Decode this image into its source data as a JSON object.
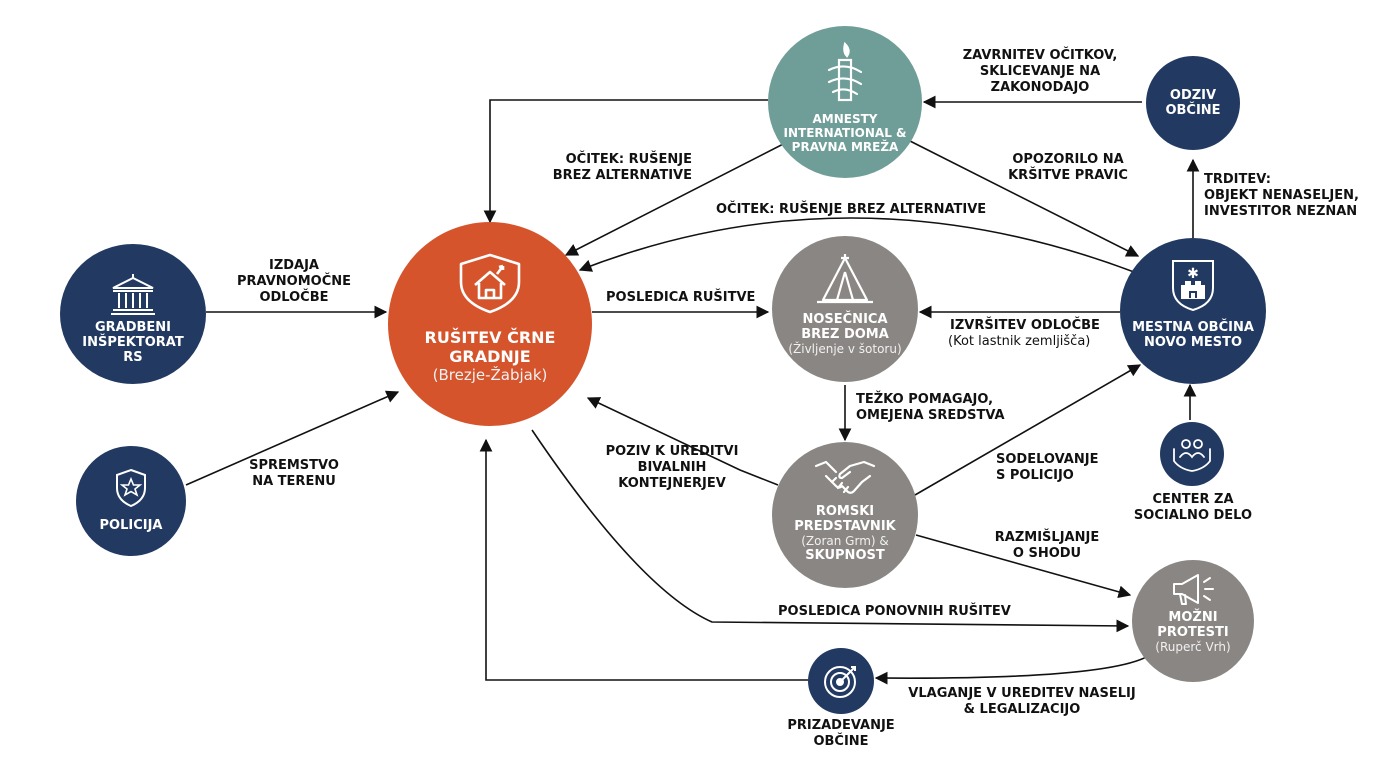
{
  "nodes": {
    "gradbeni": {
      "label": "GRADBENI\nINŠPEKTORAT\nRS",
      "icon": "courthouse-icon"
    },
    "policija": {
      "label": "POLICIJA",
      "icon": "police-badge-icon"
    },
    "rusitev": {
      "label": "RUŠITEV ČRNE\nGRADNJE",
      "sub": "(Brezje-Žabjak)",
      "icon": "shield-house-icon"
    },
    "amnesty": {
      "label": "AMNESTY\nINTERNATIONAL &\nPRAVNA MREŽA",
      "icon": "amnesty-candle-icon"
    },
    "odziv": {
      "label": "ODZIV\nOBČINE"
    },
    "nosecnica": {
      "label": "NOSEČNICA\nBREZ DOMA",
      "sub": "(Življenje v šotoru)",
      "icon": "tent-icon"
    },
    "mestna": {
      "label": "MESTNA OBČINA\nNOVO MESTO",
      "icon": "coat-of-arms-icon"
    },
    "romski": {
      "label_top": "ROMSKI\nPREDSTAVNIK",
      "sub": "(Zoran Grm) &",
      "label_bottom": "SKUPNOST",
      "icon": "handshake-icon"
    },
    "center": {
      "label": "CENTER ZA\nSOCIALNO DELO",
      "icon": "people-hands-icon"
    },
    "protesti": {
      "label": "MOŽNI\nPROTESTI",
      "sub": "(Ruperč Vrh)",
      "icon": "megaphone-icon"
    },
    "prizadevanje": {
      "label": "PRIZADEVANJE\nOBČINE",
      "icon": "target-icon"
    }
  },
  "edges": {
    "izdaja": "IZDAJA\nPRAVNOMOČNE\nODLOČBE",
    "spremstvo": "SPREMSTVO\nNA TERENU",
    "ocitek1": "OČITEK: RUŠENJE\nBREZ ALTERNATIVE",
    "ocitek2": "OČITEK: RUŠENJE BREZ ALTERNATIVE",
    "zavrnitev": "ZAVRNITEV OČITKOV,\nSKLICEVANJE NA\nZAKONODAJO",
    "opozorilo": "OPOZORILO NA\nKRŠITVE PRAVIC",
    "trditev": "TRDITEV:\nOBJEKT NENASELJEN,\nINVESTITOR NEZNAN",
    "posledica": "POSLEDICA RUŠITVE",
    "izvrsitev": "IZVRŠITEV ODLOČBE",
    "izvrsitev_sub": "(Kot lastnik zemljišča)",
    "tezko": "TEŽKO POMAGAJO,\nOMEJENA SREDSTVA",
    "poziv": "POZIV K UREDITVI\nBIVALNIH\nKONTEJNERJEV",
    "sodelovanje": "SODELOVANJE\nS POLICIJO",
    "razmisljanje": "RAZMIŠLJANJE\nO SHODU",
    "ponovne": "POSLEDICA PONOVNIH RUŠITEV",
    "vlaganje": "VLAGANJE V UREDITEV NASELIJ\n& LEGALIZACIJO"
  },
  "colors": {
    "navy": "#223a62",
    "teal": "#6f9d98",
    "gray": "#8a8683",
    "orange": "#d5542c",
    "arrow": "#111111"
  }
}
